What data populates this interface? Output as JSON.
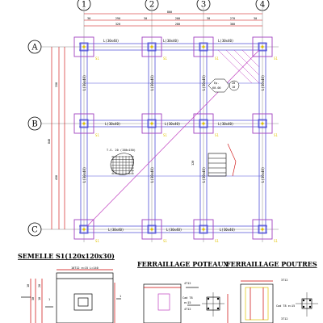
{
  "axes": {
    "columns": [
      "1",
      "2",
      "3",
      "4"
    ],
    "rows": [
      "A",
      "B",
      "C"
    ]
  },
  "top_dims": {
    "total": "800",
    "spans": [
      "290",
      "200",
      "270"
    ],
    "spans2": [
      "320",
      "280",
      "300"
    ],
    "offsets": [
      "30",
      "30",
      "30",
      "30"
    ]
  },
  "left_dims": {
    "total": "840",
    "spans": [
      "350",
      "450"
    ]
  },
  "beams": {
    "top": [
      "L(30x40)",
      "L(30x40)",
      "L(30x40)"
    ],
    "middle": [
      "L(30x40)",
      "L(30x40)",
      "L(30x40)"
    ],
    "bottom": [
      "L(30x40)",
      "L(30x40)",
      "L(30x40)"
    ],
    "vertical": [
      "L(30x40)",
      "L(30x40)",
      "L(30x40)",
      "L(30x40)",
      "L(30x40)",
      "L(30x40)",
      "L(30x40)",
      "L(30x40)"
    ]
  },
  "footing_label": "S1",
  "slab_note": {
    "line1": "Ep.",
    "line2": "60.00",
    "line3": "10",
    "sub": "20"
  },
  "mesh_note": "T.S. 20 (150x150)",
  "stair_dim": "120",
  "sections": {
    "semelle": "SEMELLE  S1(120x120x30)",
    "poteaux": "FERRAILLAGE POTEAUX",
    "poutres": "FERRAILLAGE POUTRES"
  },
  "semelle_detail": {
    "rebar_top": "10T12 e=15 L=140",
    "rebar_len": "L=140",
    "mark": "1",
    "dims": [
      "10",
      "30",
      "20",
      "10"
    ]
  },
  "poteaux_detail": {
    "rebar": "4T12",
    "cadre": "Cad T8",
    "espacement": "e=15",
    "rebar2": "4T12"
  },
  "poutres_detail": {
    "rebar": "3T12",
    "cadre": "Cad T8 e=15",
    "rebar2": "3T12"
  }
}
